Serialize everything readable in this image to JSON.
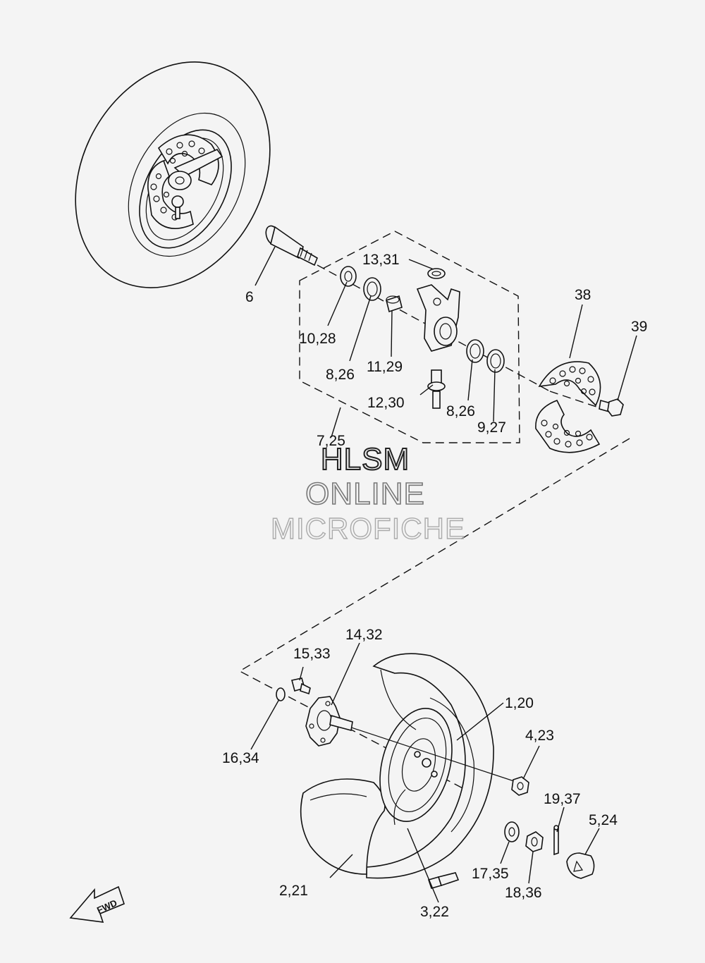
{
  "watermark": {
    "line1": "HLSM",
    "line2": "ONLINE",
    "line3": "MICROFICHE"
  },
  "fwd_label": "FWD",
  "callouts": {
    "c6": "6",
    "c13_31": "13,31",
    "c10_28": "10,28",
    "c8_26_a": "8,26",
    "c11_29": "11,29",
    "c12_30": "12,30",
    "c8_26_b": "8,26",
    "c9_27": "9,27",
    "c7_25": "7,25",
    "c38": "38",
    "c39": "39",
    "c14_32": "14,32",
    "c15_33": "15,33",
    "c16_34": "16,34",
    "c1_20": "1,20",
    "c4_23": "4,23",
    "c19_37": "19,37",
    "c5_24": "5,24",
    "c17_35": "17,35",
    "c18_36": "18,36",
    "c2_21": "2,21",
    "c3_22": "3,22"
  }
}
